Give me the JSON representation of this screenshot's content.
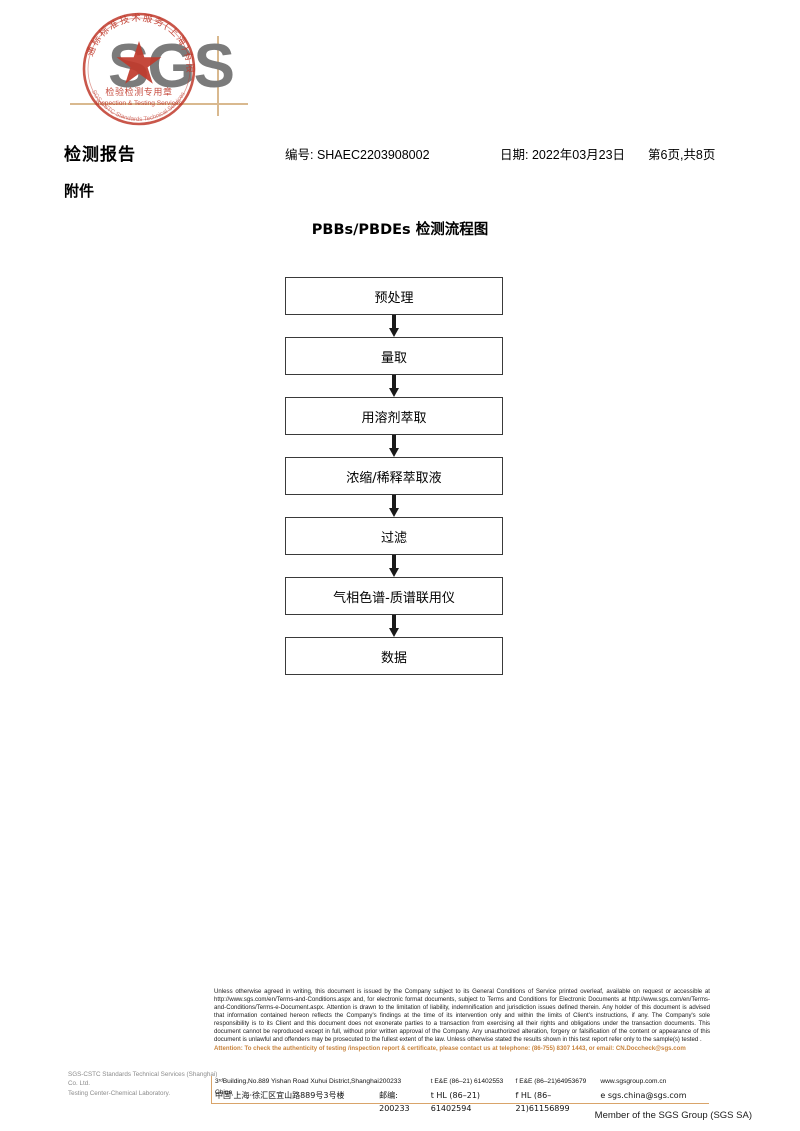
{
  "logo": {
    "text": "SGS",
    "accent_color": "#d9b98f",
    "text_color": "#7b7b7b"
  },
  "header": {
    "title": "检测报告",
    "report_no": "编号: SHAEC2203908002",
    "date": "日期: 2022年03月23日",
    "page": "第6页,共8页",
    "attachment": "附件"
  },
  "flowchart": {
    "title": "PBBs/PBDEs 检测流程图",
    "steps": [
      {
        "label": "预处理"
      },
      {
        "label": "量取"
      },
      {
        "label": "用溶剂萃取"
      },
      {
        "label": "浓缩/稀释萃取液"
      },
      {
        "label": "过滤"
      },
      {
        "label": "气相色谱-质谱联用仪"
      },
      {
        "label": "数据"
      }
    ]
  },
  "stamp": {
    "ring_text_cn": "通标标准技术服务(上海)有限公司",
    "center_line1": "检验检测专用章",
    "center_line2": "Inspection & Testing Services",
    "arc_text_en": "SGS-CSTC Standards Technical Services",
    "color": "#c0392b",
    "company_line1": "SGS-CSTC Standards Technical Services (Shanghai) Co. Ltd.",
    "company_line2": "Testing Center-Chemical Laboratory."
  },
  "footer": {
    "legal_paragraph": "Unless otherwise agreed in writing, this document is issued by the Company subject to its General Conditions of Service printed overleaf, available on request or accessible at http://www.sgs.com/en/Terms-and-Conditions.aspx and, for electronic format documents, subject to Terms and Conditions for Electronic Documents at http://www.sgs.com/en/Terms-and-Conditions/Terms-e-Document.aspx. Attention is drawn to the limitation of liability, indemnification and jurisdiction issues defined therein. Any holder of this document is advised that information contained hereon reflects the Company's findings at the time of its intervention only and within the limits of Client's instructions, if any. The Company's sole responsibility is to its Client and this document does not exonerate parties to a transaction from exercising all their rights and obligations under the transaction documents. This document cannot be reproduced except in full, without prior written approval of the Company. Any unauthorized alteration, forgery or falsification of the content or appearance of this document is unlawful and offenders may be prosecuted to the fullest extent of the law. Unless otherwise stated the results shown in this test report refer only to the sample(s) tested .",
    "attention_line": "Attention: To check the authenticity of testing /inspection report & certificate, please contact us at telephone: (86-755) 8307 1443, or email: CN.Doccheck@sgs.com",
    "attention_color": "#c8833c",
    "address": {
      "en": {
        "street": "3ʳᵈBuilding,No.889 Yishan Road Xuhui District,Shanghai China",
        "zip": "200233",
        "tel": "t E&E (86–21) 61402553",
        "fax": "f E&E (86–21)64953679",
        "web": "www.sgsgroup.com.cn"
      },
      "cn": {
        "street": "中国·上海·徐汇区宜山路889号3号楼",
        "zip": "邮编: 200233",
        "tel": "t HL (86–21) 61402594",
        "fax": "f HL (86–21)61156899",
        "web": "e  sgs.china@sgs.com"
      }
    },
    "member_line": "Member of the SGS Group (SGS SA)"
  }
}
